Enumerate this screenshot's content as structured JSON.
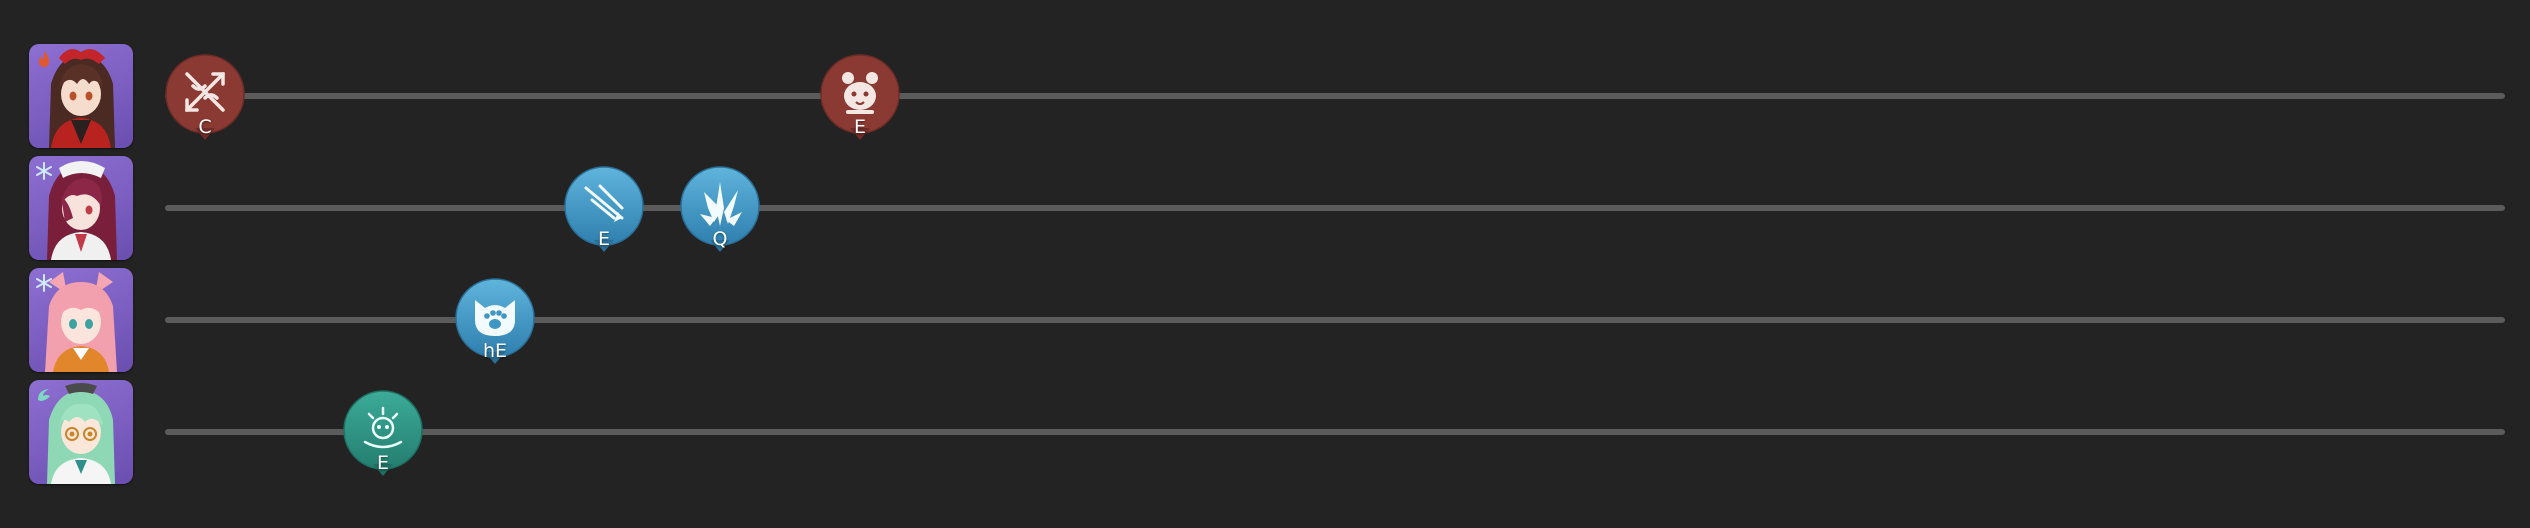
{
  "timeline": {
    "rows": [
      {
        "character_icon": "amber-portrait-icon",
        "element_icon": "pyro-icon",
        "actions": [
          {
            "label": "C",
            "icon": "crossed-arrows-icon",
            "color": "#8a3a33"
          },
          {
            "label": "E",
            "icon": "baron-bunny-icon",
            "color": "#8a3a33"
          }
        ]
      },
      {
        "character_icon": "rosaria-portrait-icon",
        "element_icon": "cryo-icon",
        "actions": [
          {
            "label": "E",
            "icon": "spear-strike-icon",
            "color": "#3f96c2"
          },
          {
            "label": "Q",
            "icon": "ice-lance-burst-icon",
            "color": "#3f96c2"
          }
        ]
      },
      {
        "character_icon": "diona-portrait-icon",
        "element_icon": "cryo-icon",
        "actions": [
          {
            "label": "hE",
            "icon": "cat-paw-icon",
            "color": "#3f96c2"
          }
        ]
      },
      {
        "character_icon": "sucrose-portrait-icon",
        "element_icon": "anemo-icon",
        "actions": [
          {
            "label": "E",
            "icon": "wind-spirit-icon",
            "color": "#2f9585"
          }
        ]
      }
    ]
  }
}
